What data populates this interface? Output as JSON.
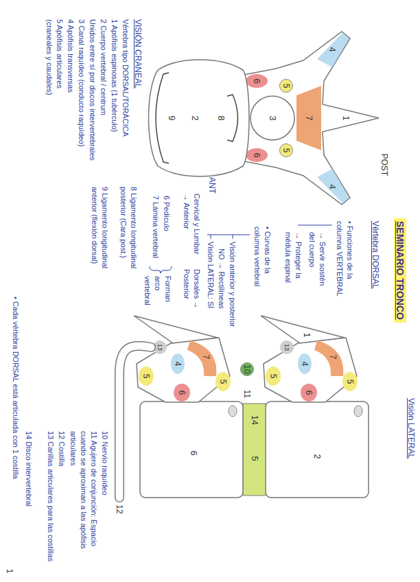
{
  "diagram": {
    "title": "SEMINARIO TRONCO",
    "nodes": [
      {
        "text": [
          "5"
        ]
      },
      {
        "text": [
          "5"
        ]
      },
      {
        "text": [
          "10"
        ]
      }
    ],
    "labels": [
      "Visión LATERAL",
      "Vértebra DORSAL",
      "POST",
      "1",
      "7",
      "4",
      "4",
      "6",
      "6",
      "3",
      "8",
      "2",
      "9",
      "ANT",
      "• Funciones de la columna VERTEBRAL",
      "→ Servir sostén del cuerpo",
      "→ Proteger la médula espinal",
      "• Curvas de la columna vertebral",
      "Visión anterior y posterior",
      "NO → Rectilíneas",
      "Visión LATERAL: SÍ",
      "Cervical y Lumbar → Anterior",
      "Dorsales → Posterior",
      "6 Pedículo",
      "7 Lámina vertebral",
      "Forman arco vertebral",
      "8 Ligamento longitudinal posterior (Cara post.)",
      "9 Ligamento longitudinal anterior (flexión dorsal)",
      "1",
      "7",
      "5",
      "4",
      "13",
      "6",
      "5",
      "7",
      "5",
      "4",
      "13",
      "6",
      "5",
      "11",
      "2",
      "14",
      "5",
      "6",
      "12",
      "10 Nervio raquídeo",
      "11 Agujero de conjunción: Espacio cuando se aproximan a las apófisis articulares",
      "12 Costilla",
      "13 Carillas articulares para las costillas",
      "14 Disco intervertebral",
      "• Cada vértebra DORSAL está articulada con 1 costilla",
      "VISIÓN CRANEAL",
      "Vértebra tipo DORSAL/TORÁCICA",
      "1 Apófisis espinosas (1 tubérculo)",
      "2 Cuerpo vertebral / centrum",
      "Unidos entre sí por discos intervertebrales",
      "3 Canal raquídeo (conducto raquídeo)",
      "4 Apófisis transversas",
      "5 Apófisis articulares (craneales y caudales)",
      "1"
    ]
  }
}
